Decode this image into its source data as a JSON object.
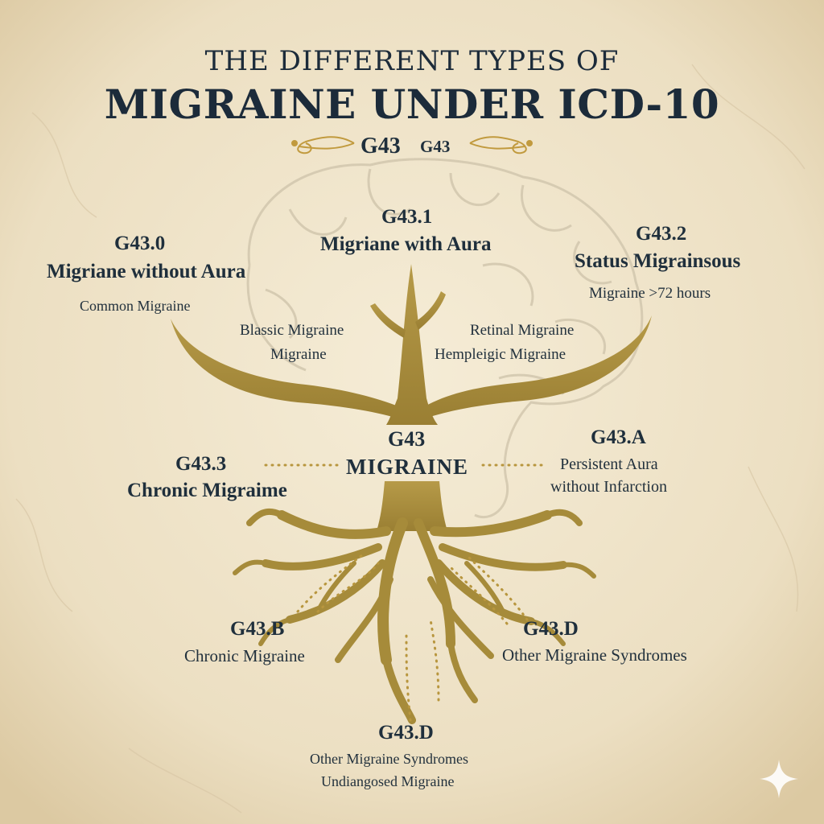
{
  "header": {
    "title_line1": "THE DIFFERENT TYPES OF",
    "title_line2": "MIGRAINE UNDER ICD-10",
    "subtitle_code_large": "G43",
    "subtitle_code_small": "G43"
  },
  "center": {
    "code": "G43",
    "name": "MIGRAINE"
  },
  "branches": {
    "g430": {
      "code": "G43.0",
      "name": "Migriane without Aura",
      "note": "Common Migraine"
    },
    "g431": {
      "code": "G43.1",
      "name": "Migriane with Aura",
      "note_lines": [
        "Blassic  Migraine",
        "Migraine"
      ]
    },
    "g432": {
      "code": "G43.2",
      "name": "Status Migrainsous",
      "note": "Migraine >72 hours",
      "sub_lines": [
        "Retinal Migraine",
        "Hempleigic Migraine"
      ]
    },
    "g433": {
      "code": "G43.3",
      "name": "Chronic Migraime"
    },
    "g43a": {
      "code": "G43.A",
      "note_lines": [
        "Persistent Aura",
        "without Infarction"
      ]
    }
  },
  "roots": {
    "g43b": {
      "code": "G43.B",
      "name": "Chronic Migraine"
    },
    "g43d_right": {
      "code": "G43.D",
      "name": "Other Migraine Syndromes"
    },
    "g43d_bottom": {
      "code": "G43.D",
      "lines": [
        "Other Migraine Syndromes",
        "Undiangosed Migraine"
      ]
    }
  },
  "colors": {
    "parchment": "#efe3c8",
    "tree_gold": "#a68b3a",
    "text_navy": "#1f2f3c",
    "brain_outline": "#d2c7ae",
    "flourish_gold": "#c19a3e"
  },
  "icons": {
    "corner": "sparkle-icon",
    "watermark": "brain-icon"
  }
}
